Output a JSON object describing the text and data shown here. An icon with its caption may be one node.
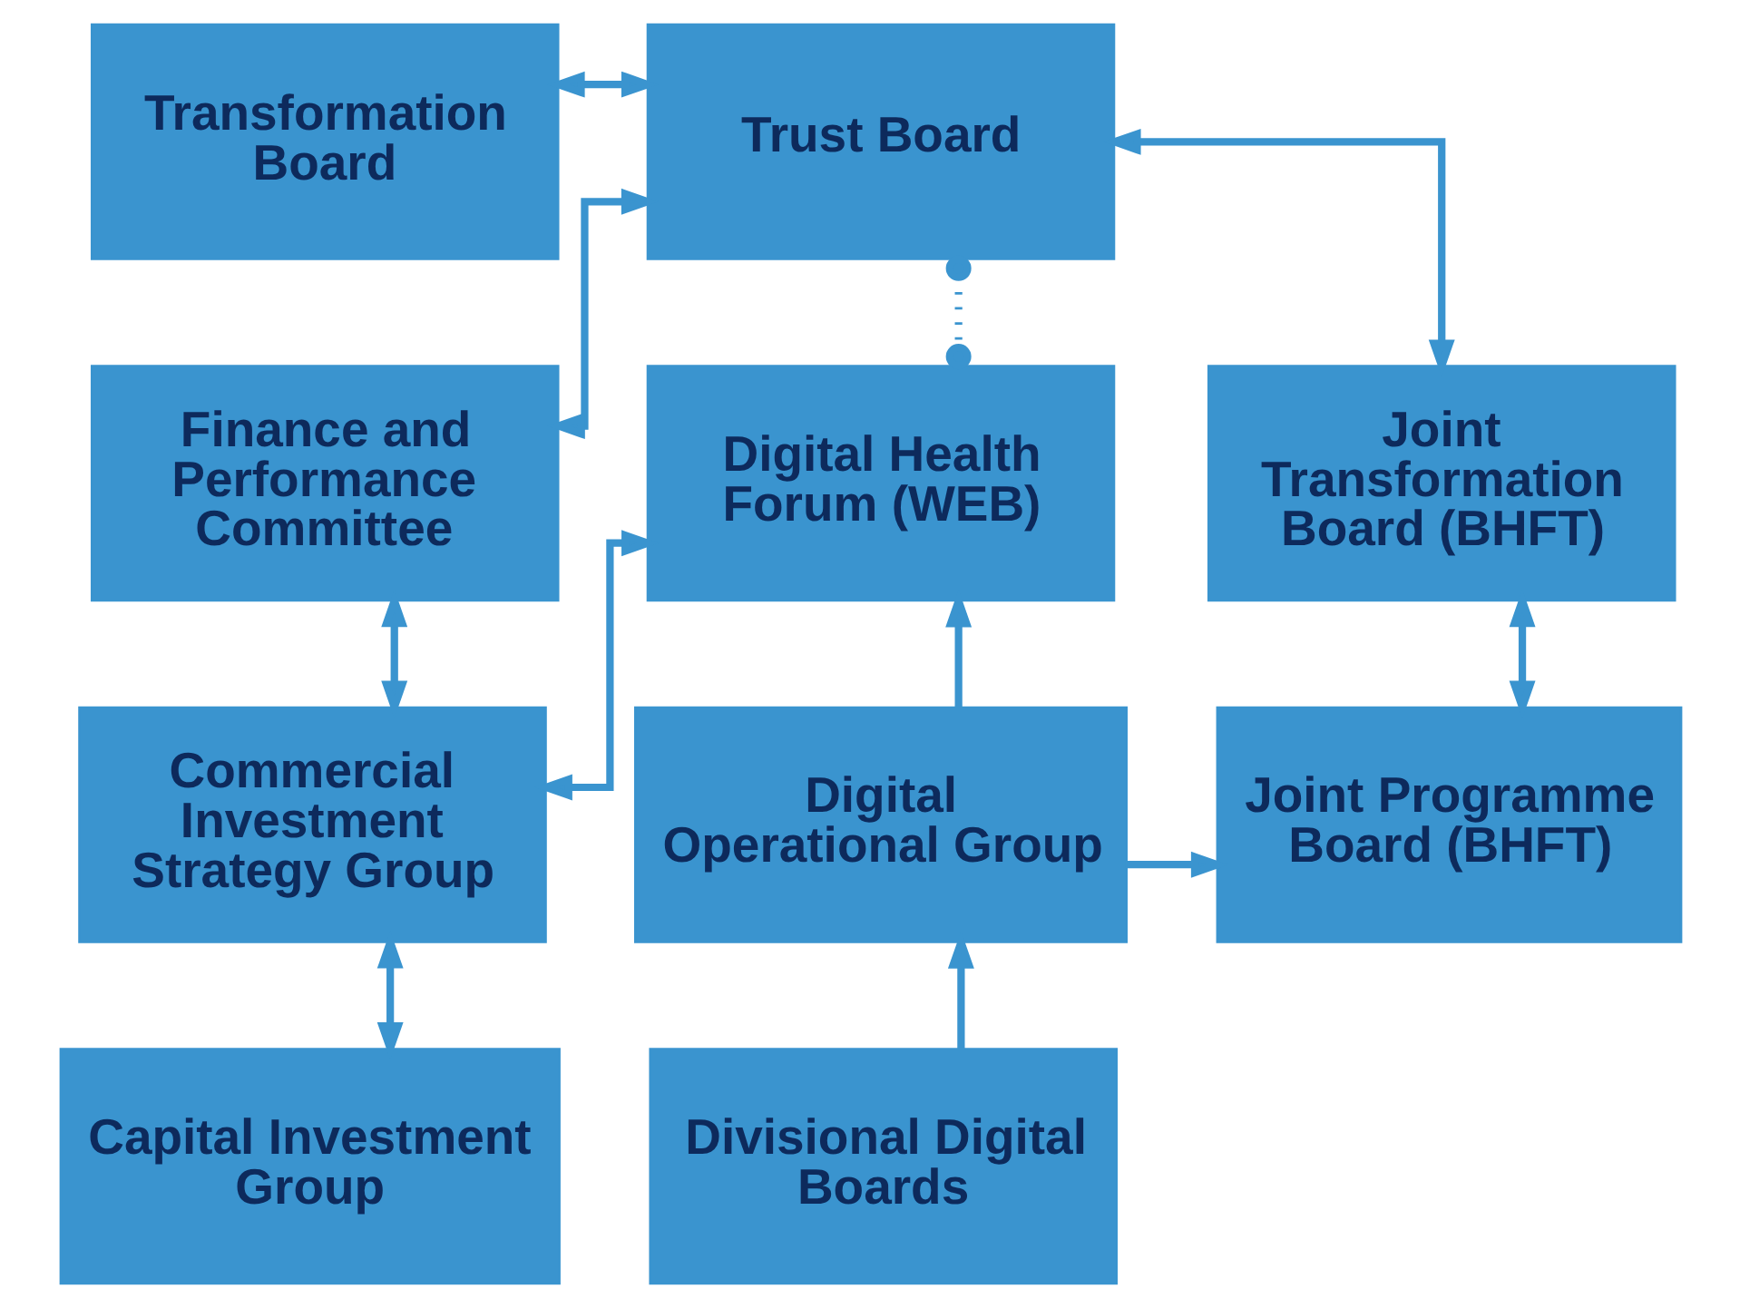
{
  "diagram": {
    "nodes": [
      {
        "text": [
          "Trust Board"
        ]
      },
      {
        "text": [
          "Transformation Board"
        ]
      },
      {
        "text": [
          "Joint Transformation Board (BHFT)"
        ]
      },
      {
        "text": [
          "Finance and Performance Committee"
        ]
      },
      {
        "text": [
          "Digital Health Forum (WEB)"
        ]
      },
      {
        "text": [
          "Commercial Investment Strategy Group"
        ]
      },
      {
        "text": [
          "Digital Operational Group"
        ]
      },
      {
        "text": [
          "Joint Programme Board (BHFT)"
        ]
      },
      {
        "text": [
          "Capital Investment Group"
        ]
      },
      {
        "text": [
          "Divisional Digital Boards"
        ]
      }
    ],
    "edges": [
      {
        "from": 0,
        "to": 1,
        "arrow": "both"
      },
      {
        "from": 0,
        "to": 3,
        "arrow": "both"
      },
      {
        "from": 0,
        "to": 2,
        "arrow": "both"
      },
      {
        "from": 0,
        "to": 4,
        "arrow": "other",
        "style": "dashed"
      },
      {
        "from": 3,
        "to": 5,
        "arrow": "both"
      },
      {
        "from": 5,
        "to": 4,
        "arrow": "both"
      },
      {
        "from": 5,
        "to": 8,
        "arrow": "both"
      },
      {
        "from": 6,
        "to": 4,
        "arrow": "to"
      },
      {
        "from": 9,
        "to": 6,
        "arrow": "to"
      },
      {
        "from": 6,
        "to": 7,
        "arrow": "to"
      },
      {
        "from": 2,
        "to": 7,
        "arrow": "both"
      }
    ]
  }
}
